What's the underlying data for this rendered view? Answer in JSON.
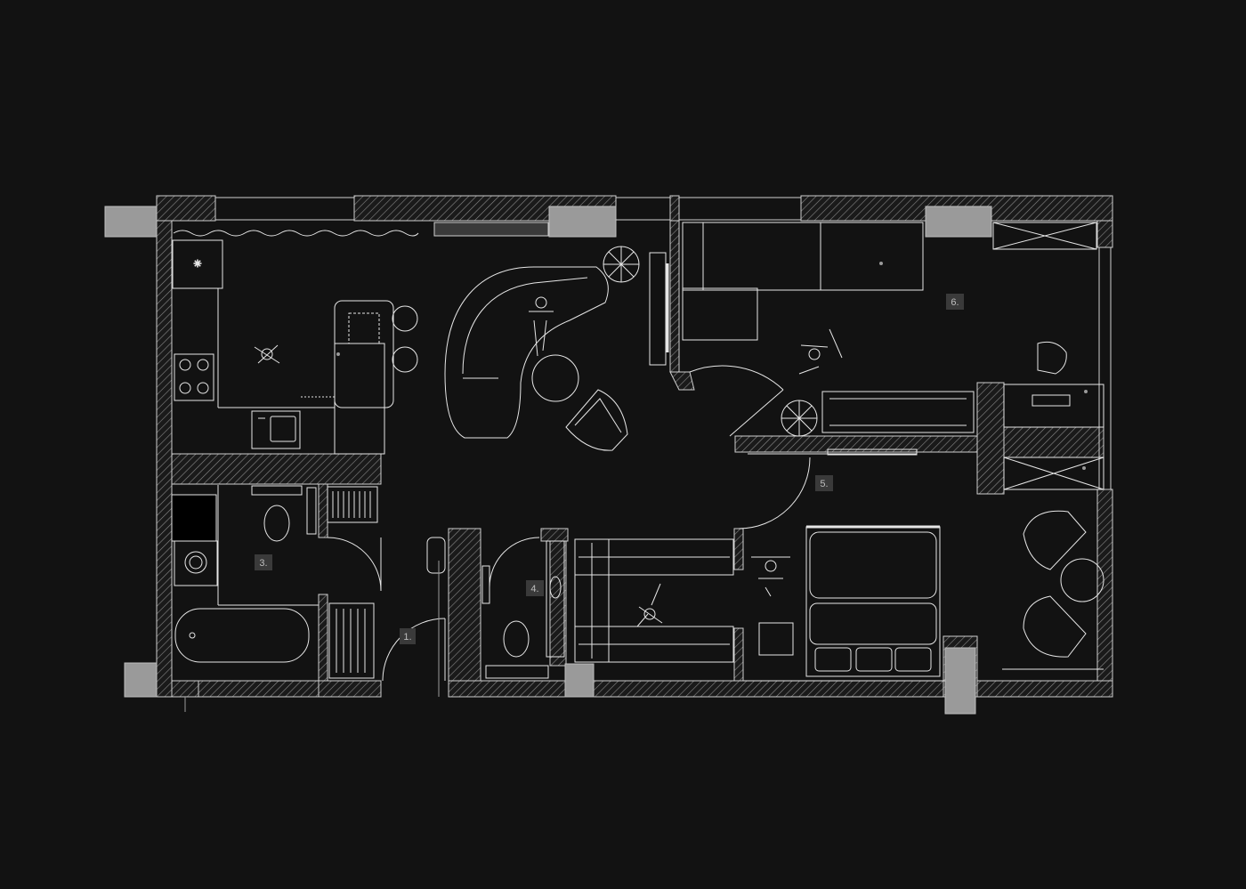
{
  "labels": [
    {
      "id": "label-1",
      "text": "1."
    },
    {
      "id": "label-3",
      "text": "3."
    },
    {
      "id": "label-4",
      "text": "4."
    },
    {
      "id": "label-5",
      "text": "5."
    },
    {
      "id": "label-6",
      "text": "6."
    }
  ],
  "colors": {
    "background": "#121212",
    "line": "#e6e6e6",
    "wall_hatch": "#8a8a8a",
    "column_fill": "#9a9a9a",
    "label_box": "#3a3a3a",
    "label_text": "#bdbdbd"
  }
}
